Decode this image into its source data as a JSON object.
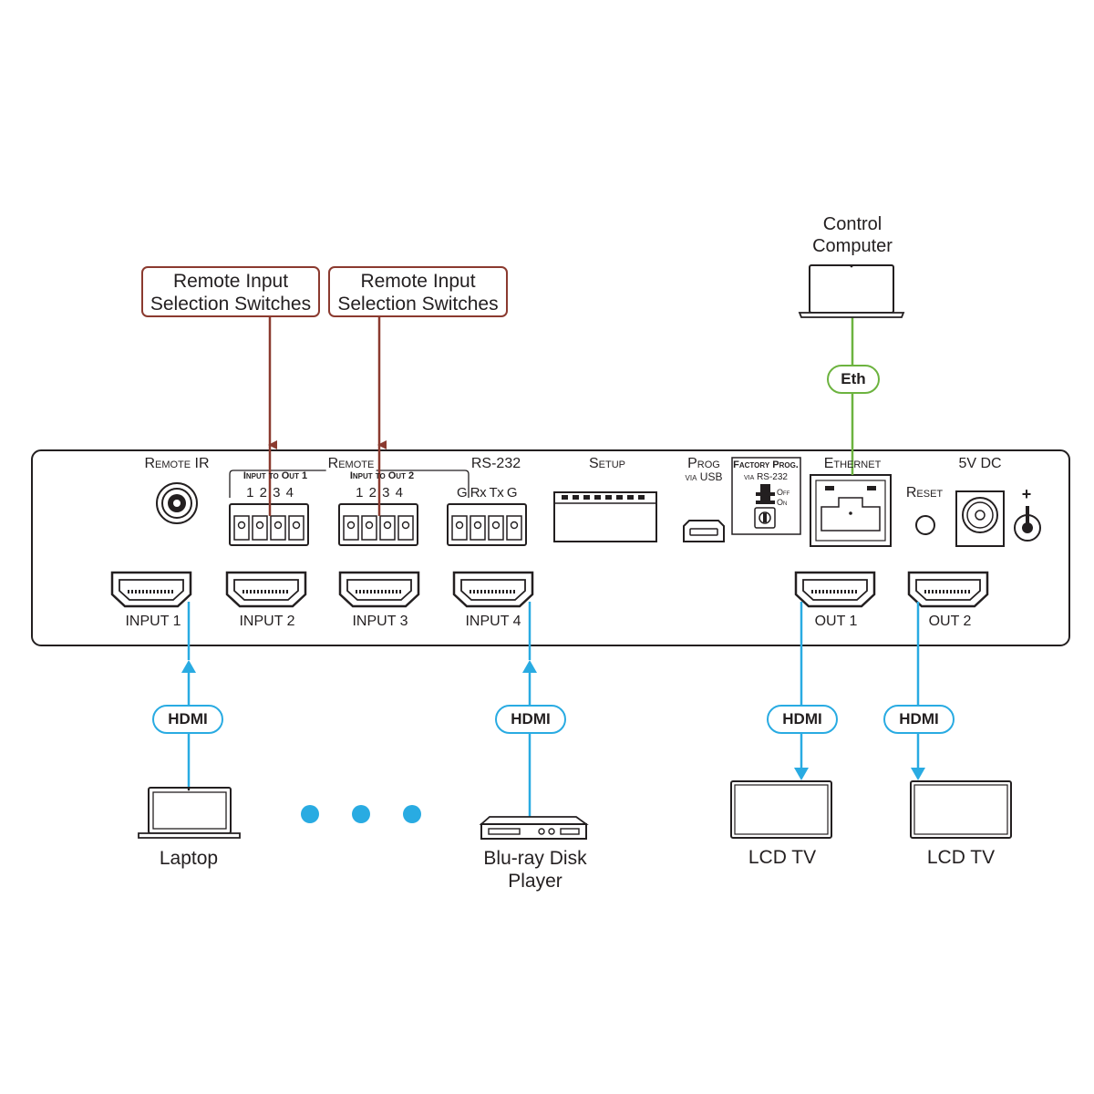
{
  "callouts": [
    {
      "line1": "Remote Input",
      "line2": "Selection Switches"
    },
    {
      "line1": "Remote Input",
      "line2": "Selection Switches"
    }
  ],
  "control_computer": {
    "line1": "Control",
    "line2": "Computer"
  },
  "eth_label": "Eth",
  "panel": {
    "remote_ir": "Remote IR",
    "remote": "Remote",
    "input_to_out_1": "Input to Out 1",
    "input_to_out_2": "Input to Out 2",
    "pins": "1 2 3 4",
    "rs232": "RS-232",
    "rs232_pins": "G Rx Tx G",
    "setup": "Setup",
    "prog": "Prog",
    "via_usb": "via USB",
    "factory_prog": "Factory Prog.",
    "via_rs232": "via RS-232",
    "off": "Off",
    "on": "On",
    "ethernet": "Ethernet",
    "reset": "Reset",
    "power": "5V DC",
    "plus": "+",
    "ports": [
      "INPUT 1",
      "INPUT 2",
      "INPUT 3",
      "INPUT 4",
      "OUT 1",
      "OUT 2"
    ]
  },
  "hdmi_labels": [
    "HDMI",
    "HDMI",
    "HDMI",
    "HDMI"
  ],
  "devices": {
    "laptop": "Laptop",
    "bluray_line1": "Blu-ray Disk",
    "bluray_line2": "Player",
    "tv1": "LCD TV",
    "tv2": "LCD TV"
  },
  "colors": {
    "hdmi": "#29abe2",
    "ethernet": "#6cb33f",
    "remote": "#8b3a2f",
    "outline": "#231f20"
  }
}
